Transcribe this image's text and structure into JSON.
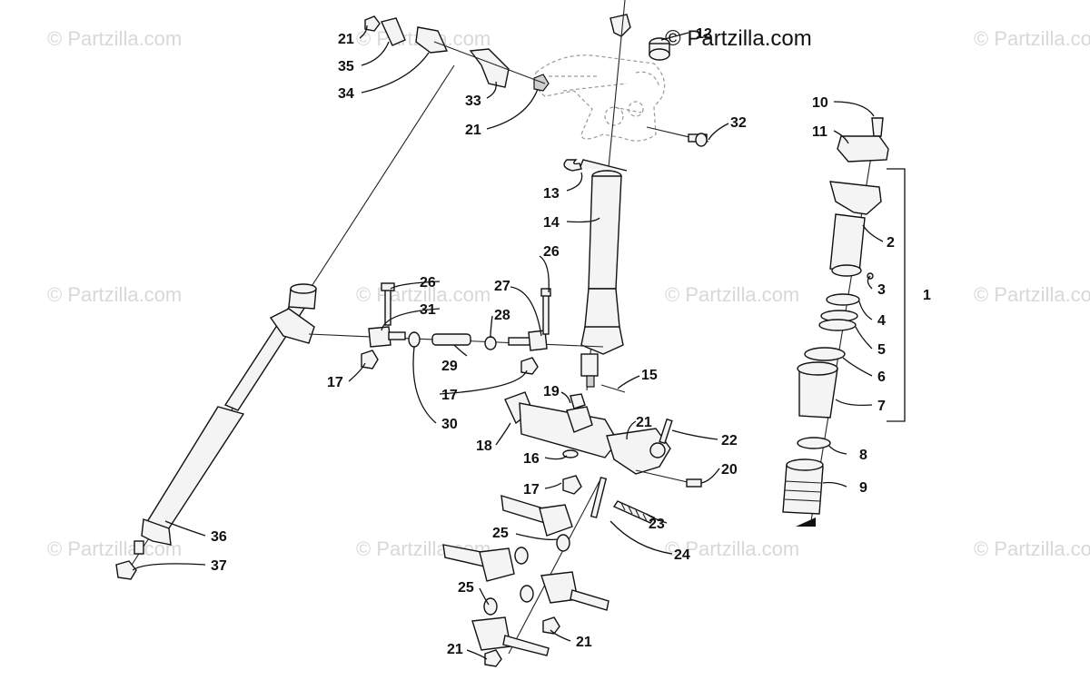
{
  "watermark": "© Partzilla.com",
  "brand": "© Partzilla.com",
  "callouts": {
    "c1": "1",
    "c2": "2",
    "c3": "3",
    "c4": "4",
    "c5": "5",
    "c6": "6",
    "c7": "7",
    "c8": "8",
    "c9": "9",
    "c10": "10",
    "c11": "11",
    "c12": "12",
    "c13": "13",
    "c14": "14",
    "c15": "15",
    "c16": "16",
    "c17a": "17",
    "c17b": "17",
    "c17c": "17",
    "c18": "18",
    "c19": "19",
    "c20": "20",
    "c21a": "21",
    "c21b": "21",
    "c21c": "21",
    "c21d": "21",
    "c21e": "21",
    "c22": "22",
    "c23": "23",
    "c24": "24",
    "c25a": "25",
    "c25b": "25",
    "c26a": "26",
    "c26b": "26",
    "c27": "27",
    "c28": "28",
    "c29": "29",
    "c30": "30",
    "c31": "31",
    "c32": "32",
    "c33": "33",
    "c34": "34",
    "c35": "35",
    "c36": "36",
    "c37": "37"
  }
}
